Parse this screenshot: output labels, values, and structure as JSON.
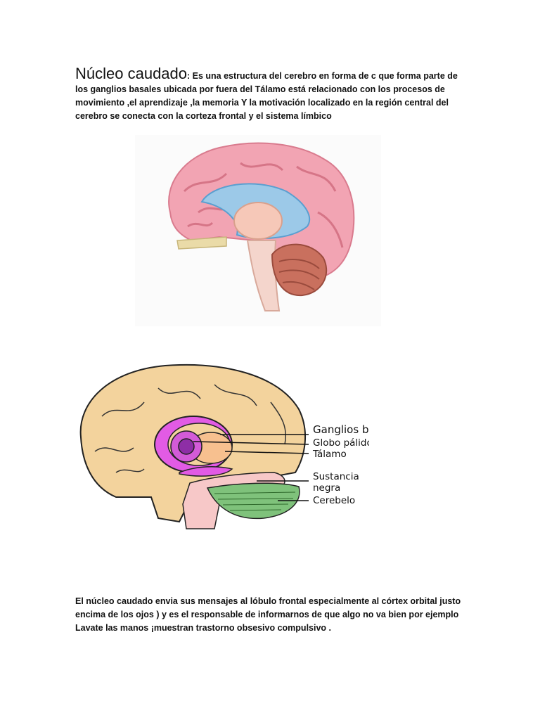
{
  "heading": "Núcleo caudado",
  "intro_text": ": Es una estructura del cerebro en forma de c que forma parte de los ganglios basales ubicada por fuera del Tálamo está relacionado con los procesos de movimiento ,el aprendizaje ,la memoria  Y la motivación  localizado en la región central del cerebro  se conecta con la corteza frontal y el sistema límbico",
  "diagram_labels": {
    "ganglios": "Ganglios basales",
    "globo": "Globo pálido",
    "talamo": "Tálamo",
    "sustancia_1": "Sustancia",
    "sustancia_2": "negra",
    "cerebelo": "Cerebelo"
  },
  "outro_text": "El núcleo caudado envia sus mensajes al lóbulo frontal especialmente al córtex orbital justo encima de los ojos ) y es el responsable de informarnos de que algo no va bien por ejemplo Lavate las manos ¡muestran trastorno obsesivo compulsivo ."
}
